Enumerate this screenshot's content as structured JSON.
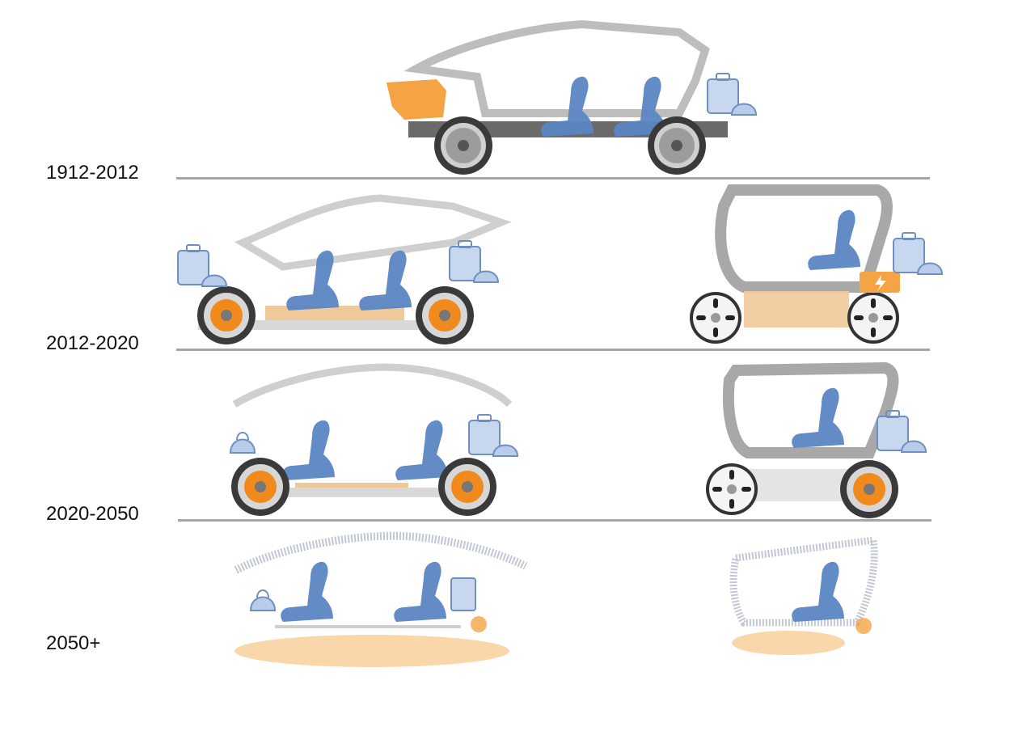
{
  "eras": [
    {
      "label": "1912-2012"
    },
    {
      "label": "2012-2020"
    },
    {
      "label": "2020-2050"
    },
    {
      "label": "2050+"
    }
  ],
  "colors": {
    "seat": "#5b86c4",
    "energy": "#f5a445",
    "body": "#b5b5b5",
    "rule": "#a6a6a6",
    "battery": "#f0c99a"
  }
}
